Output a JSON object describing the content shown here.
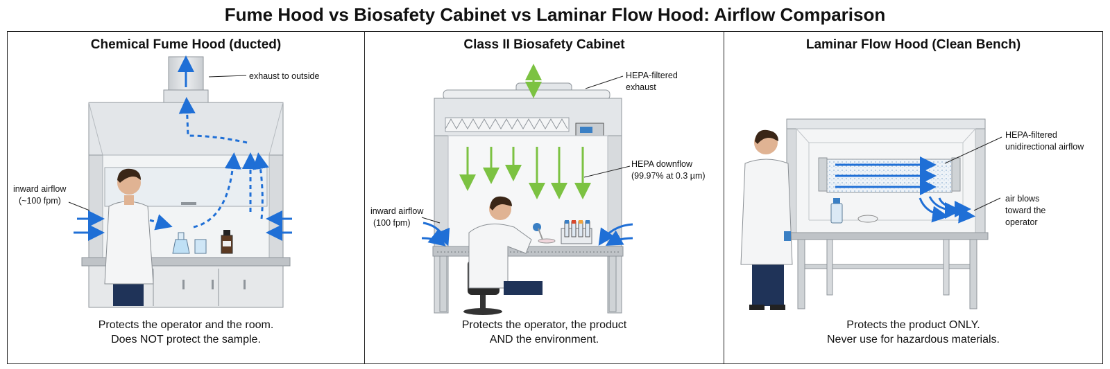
{
  "title": "Fume Hood vs Biosafety Cabinet vs Laminar Flow Hood: Airflow Comparison",
  "colors": {
    "steel": "#d9dcdf",
    "steel_dark": "#9aa0a6",
    "airflow_blue": "#1f6fd6",
    "airflow_green": "#7cc242",
    "lab_coat": "#f4f5f6",
    "trousers": "#1f3358"
  },
  "panels": [
    {
      "title": "Chemical Fume Hood (ducted)",
      "annotations": {
        "exhaust": "exhaust to outside",
        "inward_line1": "inward airflow",
        "inward_line2": "(~100 fpm)"
      },
      "caption_line1": "Protects the operator and the room.",
      "caption_line2": "Does NOT protect the sample."
    },
    {
      "title": "Class II Biosafety Cabinet",
      "annotations": {
        "exhaust_line1": "HEPA-filtered",
        "exhaust_line2": "exhaust",
        "downflow_line1": "HEPA downflow",
        "downflow_line2": "(99.97% at 0.3 µm)",
        "inward_line1": "inward airflow",
        "inward_line2": "(100 fpm)"
      },
      "caption_line1": "Protects the operator, the product",
      "caption_line2": "AND the environment."
    },
    {
      "title": "Laminar Flow Hood (Clean Bench)",
      "annotations": {
        "airflow_line1": "HEPA-filtered",
        "airflow_line2": "unidirectional airflow",
        "blows_line1": "air blows",
        "blows_line2": "toward the",
        "blows_line3": "operator"
      },
      "caption_line1": "Protects the product ONLY.",
      "caption_line2": "Never use for hazardous materials."
    }
  ]
}
